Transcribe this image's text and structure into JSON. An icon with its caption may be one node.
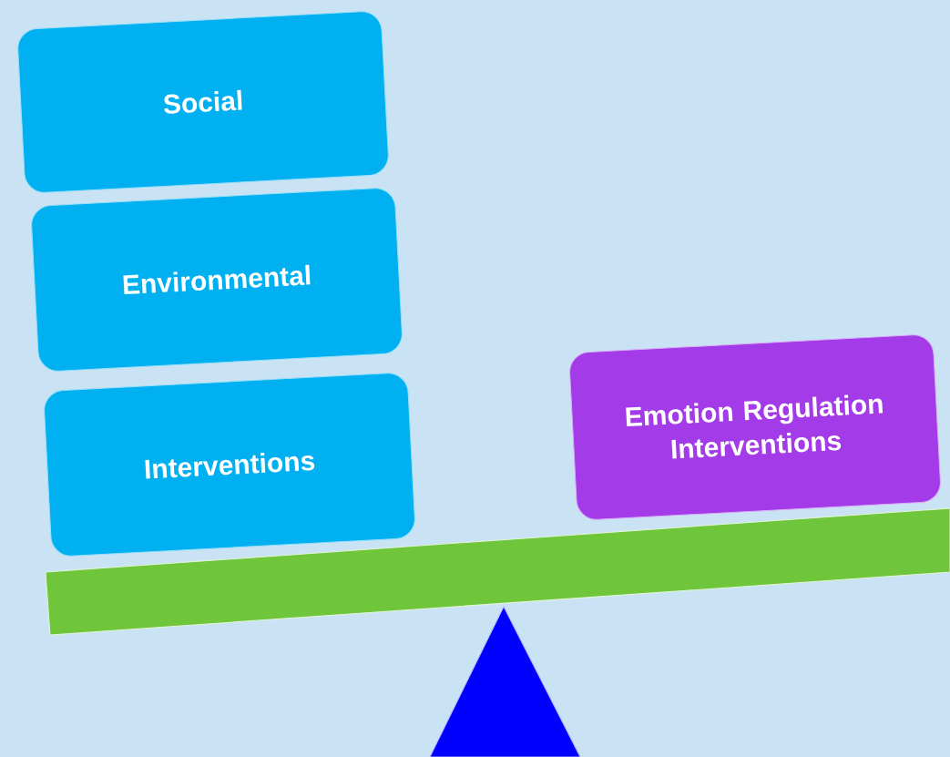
{
  "diagram": {
    "nodes": [
      {
        "text": [
          "Social"
        ]
      },
      {
        "text": [
          "Environmental"
        ]
      },
      {
        "text": [
          "Interventions"
        ]
      },
      {
        "text": [
          "Emotion Regulation Interventions"
        ]
      }
    ],
    "edges": []
  }
}
